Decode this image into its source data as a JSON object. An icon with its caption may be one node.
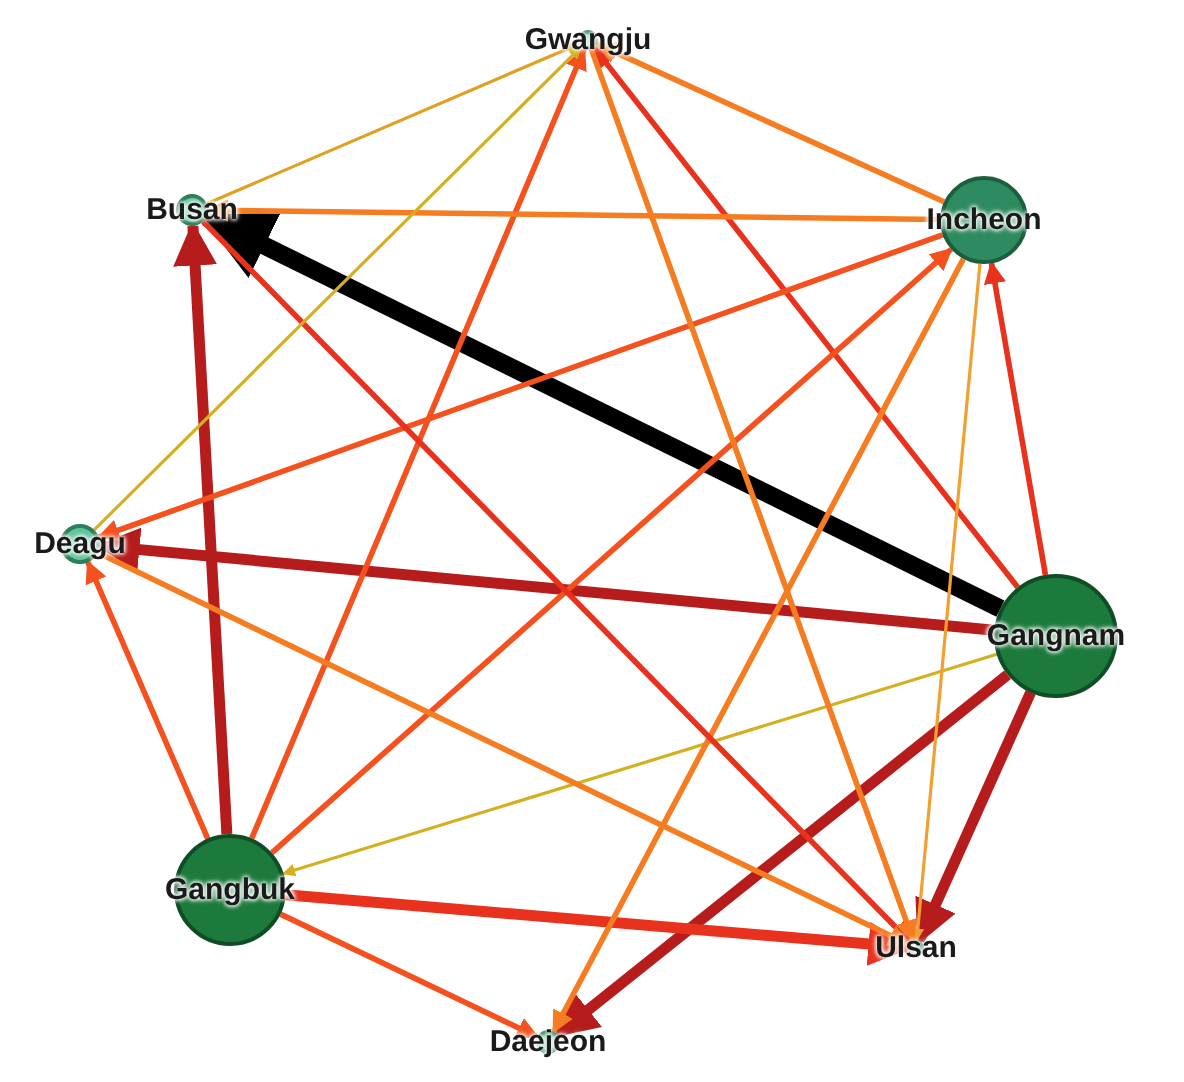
{
  "diagram": {
    "nodes": [
      {
        "text": [
          "Gwangju"
        ]
      },
      {
        "text": [
          "Busan"
        ]
      },
      {
        "text": [
          "Incheon"
        ]
      },
      {
        "text": [
          "Deagu"
        ]
      },
      {
        "text": [
          "Gangnam"
        ]
      },
      {
        "text": [
          "Gangbuk"
        ]
      },
      {
        "text": [
          "Ulsan"
        ]
      },
      {
        "text": [
          "Daejeon"
        ]
      }
    ],
    "edges": [
      {
        "from": 4,
        "to": 1,
        "arrow": "to",
        "style": "thick",
        "color": "#000000"
      },
      {
        "from": 4,
        "to": 3,
        "arrow": "to",
        "style": "thick",
        "color": "#b71c1c"
      },
      {
        "from": 4,
        "to": 2,
        "arrow": "to",
        "color": "#e8321e"
      },
      {
        "from": 4,
        "to": 0,
        "arrow": "to",
        "color": "#e8321e"
      },
      {
        "from": 4,
        "to": 6,
        "arrow": "to",
        "style": "thick",
        "color": "#b71c1c"
      },
      {
        "from": 4,
        "to": 7,
        "arrow": "to",
        "style": "thick",
        "color": "#b71c1c"
      },
      {
        "from": 4,
        "to": 5,
        "arrow": "to",
        "color": "#d4b020"
      },
      {
        "from": 5,
        "to": 1,
        "arrow": "to",
        "style": "thick",
        "color": "#b71c1c"
      },
      {
        "from": 5,
        "to": 3,
        "arrow": "to"
      },
      {
        "from": 5,
        "to": 0,
        "arrow": "to"
      },
      {
        "from": 5,
        "to": 2,
        "arrow": "to"
      },
      {
        "from": 5,
        "to": 6,
        "arrow": "to",
        "style": "thick",
        "color": "#e8321e"
      },
      {
        "from": 5,
        "to": 7,
        "arrow": "to"
      },
      {
        "from": 2,
        "to": 3,
        "arrow": "to"
      },
      {
        "from": 2,
        "to": 1,
        "arrow": "to",
        "color": "#f57c20"
      },
      {
        "from": 2,
        "to": 0,
        "arrow": "to",
        "color": "#f57c20"
      },
      {
        "from": 2,
        "to": 6,
        "arrow": "to",
        "color": "#f0a030"
      },
      {
        "from": 2,
        "to": 7,
        "arrow": "to",
        "color": "#f57c20"
      },
      {
        "from": 1,
        "to": 0,
        "arrow": "to",
        "color": "#e0a020"
      },
      {
        "from": 1,
        "to": 6,
        "arrow": "to",
        "color": "#e8321e"
      },
      {
        "from": 3,
        "to": 0,
        "arrow": "to",
        "color": "#d4b020"
      },
      {
        "from": 3,
        "to": 6,
        "arrow": "to",
        "color": "#f57c20"
      },
      {
        "from": 0,
        "to": 6,
        "arrow": "to",
        "color": "#f57c20"
      }
    ]
  }
}
